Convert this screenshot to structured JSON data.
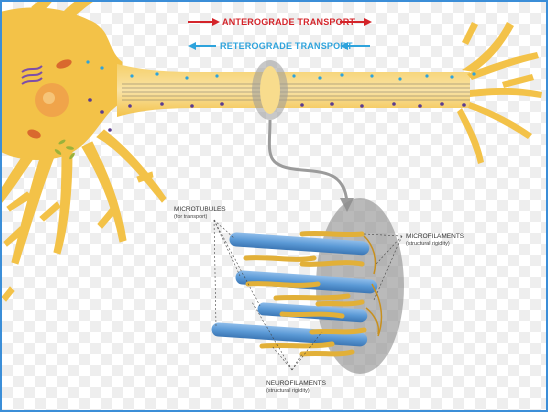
{
  "legend": {
    "anterograde": {
      "label": "ANTEROGRADE TRANSPORT",
      "color": "#d4242a"
    },
    "retrograde": {
      "label": "RETEROGRADE TRANSPORT",
      "color": "#2ea3dc"
    }
  },
  "labels": {
    "microtubules": {
      "title": "MICROTUBULES",
      "subtitle": "(for transport)"
    },
    "microfilaments": {
      "title": "MICROFILAMENTS",
      "subtitle": "(structural rigidity)"
    },
    "neurofilaments": {
      "title": "NEUROFILAMENTS",
      "subtitle": "(structural rigidity)"
    }
  },
  "colors": {
    "neuron": "#f3c248",
    "neuron_light": "#f8dc8d",
    "nucleus": "#f0a44a",
    "microtubule": "#5b9ad6",
    "filament": "#e2b038",
    "zoom": "#9b9b9b",
    "frame": "#3b8ed8"
  },
  "icons": {
    "anterograde_arrow": "arrow-right-icon",
    "retrograde_arrow": "arrow-left-icon"
  }
}
